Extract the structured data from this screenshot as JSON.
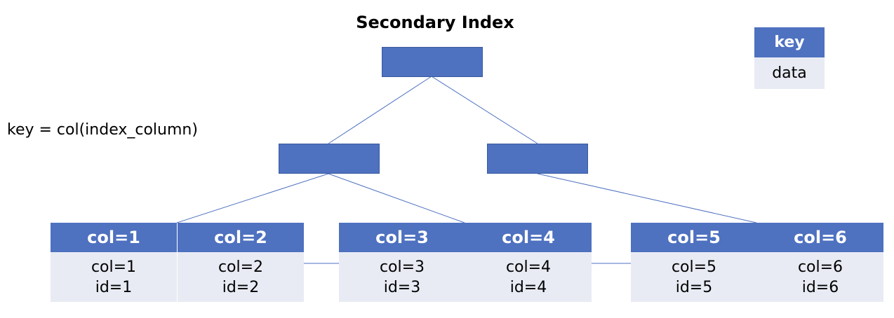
{
  "title": "Secondary Index",
  "annotation": "key = col(index_column)",
  "legend": {
    "key": "key",
    "data": "data"
  },
  "leaves": [
    {
      "key": "col=1",
      "data_line1": "col=1",
      "data_line2": "id=1"
    },
    {
      "key": "col=2",
      "data_line1": "col=2",
      "data_line2": "id=2"
    },
    {
      "key": "col=3",
      "data_line1": "col=3",
      "data_line2": "id=3"
    },
    {
      "key": "col=4",
      "data_line1": "col=4",
      "data_line2": "id=4"
    },
    {
      "key": "col=5",
      "data_line1": "col=5",
      "data_line2": "id=5"
    },
    {
      "key": "col=6",
      "data_line1": "col=6",
      "data_line2": "id=6"
    }
  ],
  "colors": {
    "node": "#4e71c0",
    "data_bg": "#e8ebf4",
    "edge": "#4e71c0"
  }
}
